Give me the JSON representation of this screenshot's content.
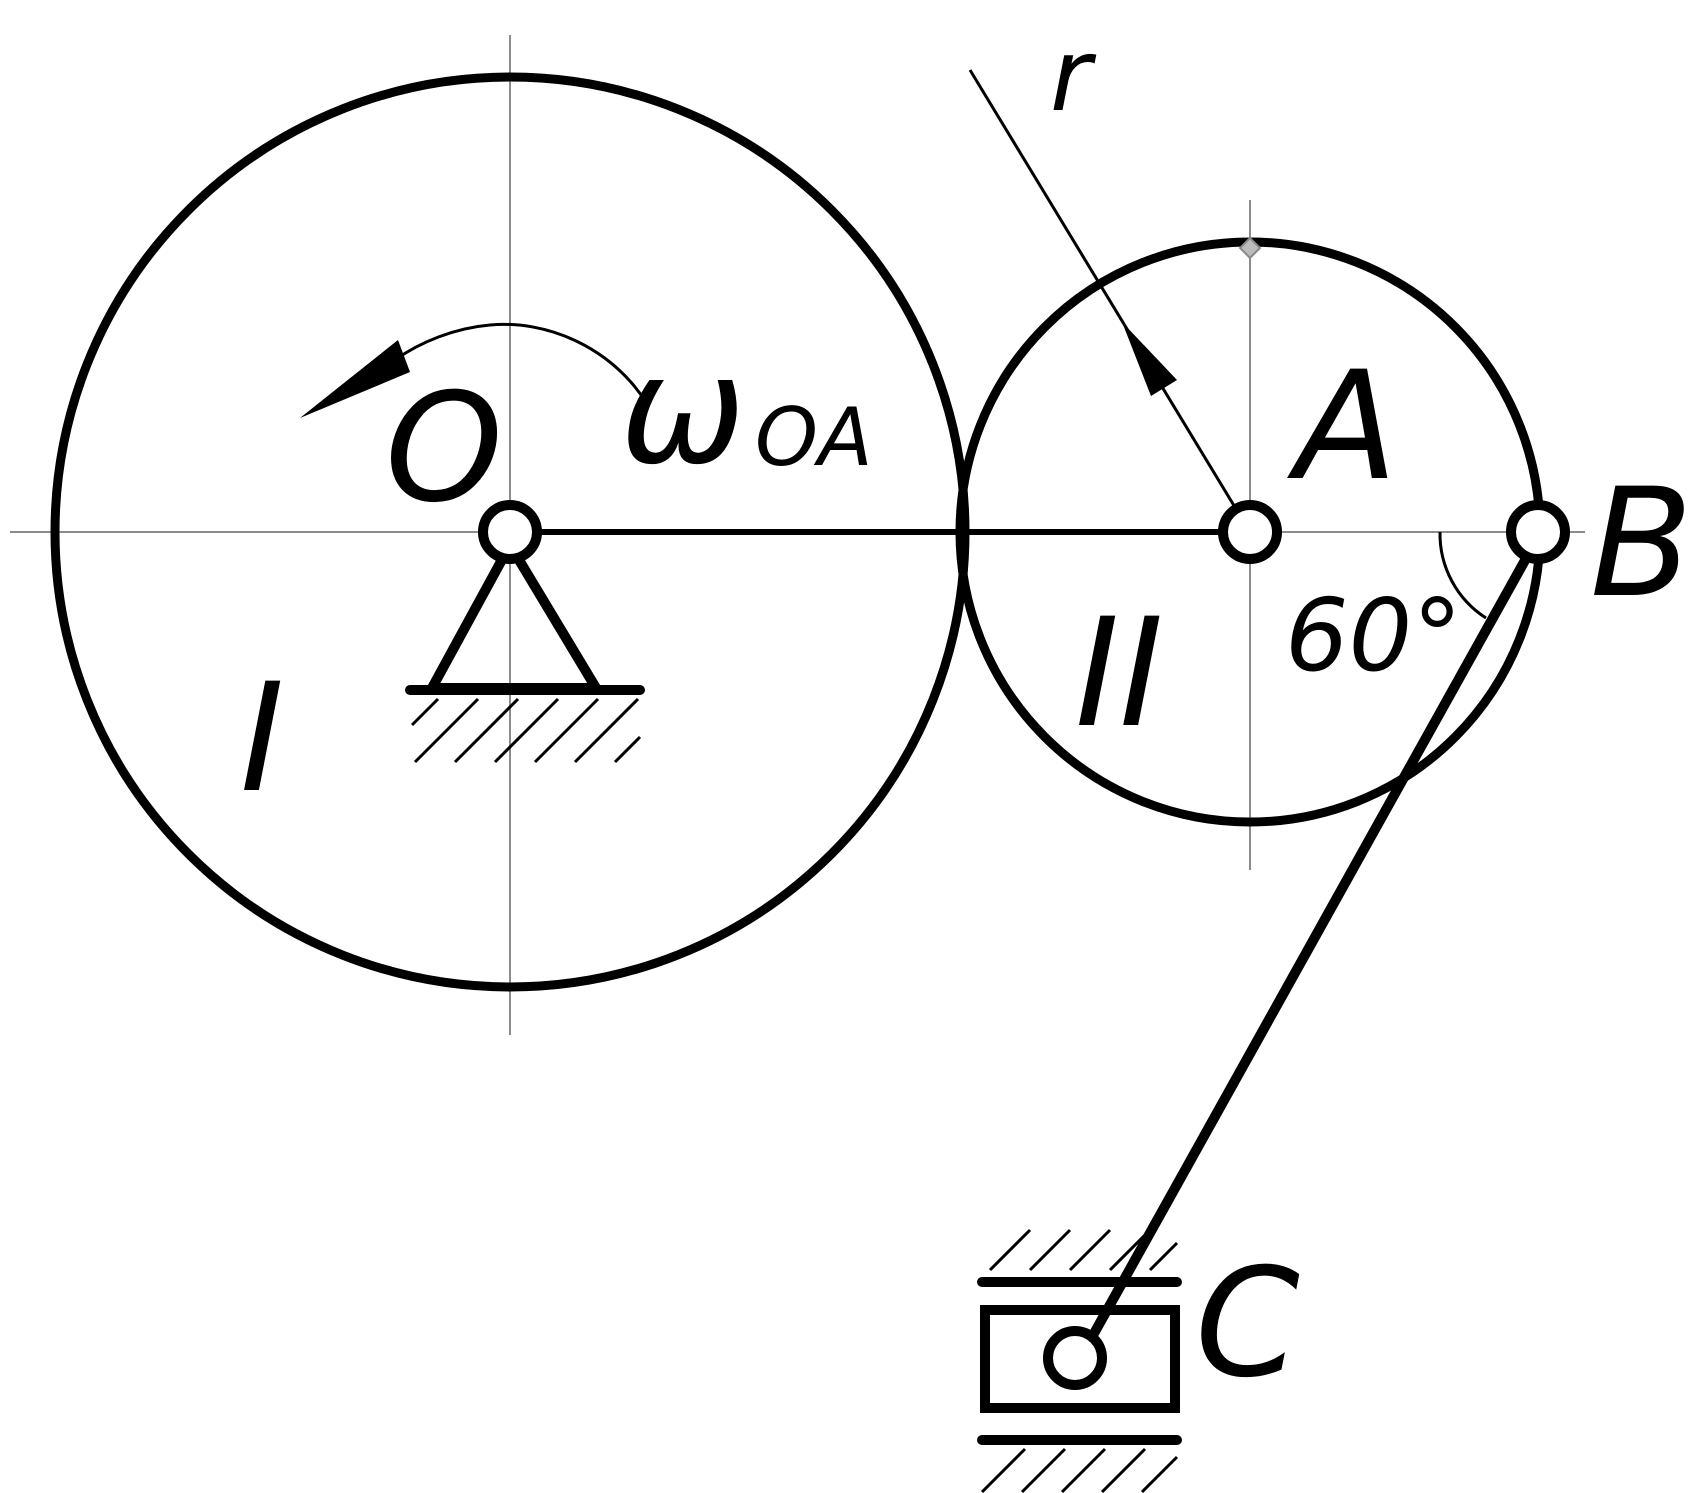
{
  "labels": {
    "point_o": "O",
    "point_a": "A",
    "point_b": "B",
    "point_c": "C",
    "omega_symbol": "ω",
    "omega_subscript": "OA",
    "radius": "r",
    "wheel_1": "I",
    "wheel_2": "II",
    "angle": "60°"
  },
  "colors": {
    "ink": "#000000",
    "axis": "#8c8c8c",
    "background": "#ffffff"
  }
}
